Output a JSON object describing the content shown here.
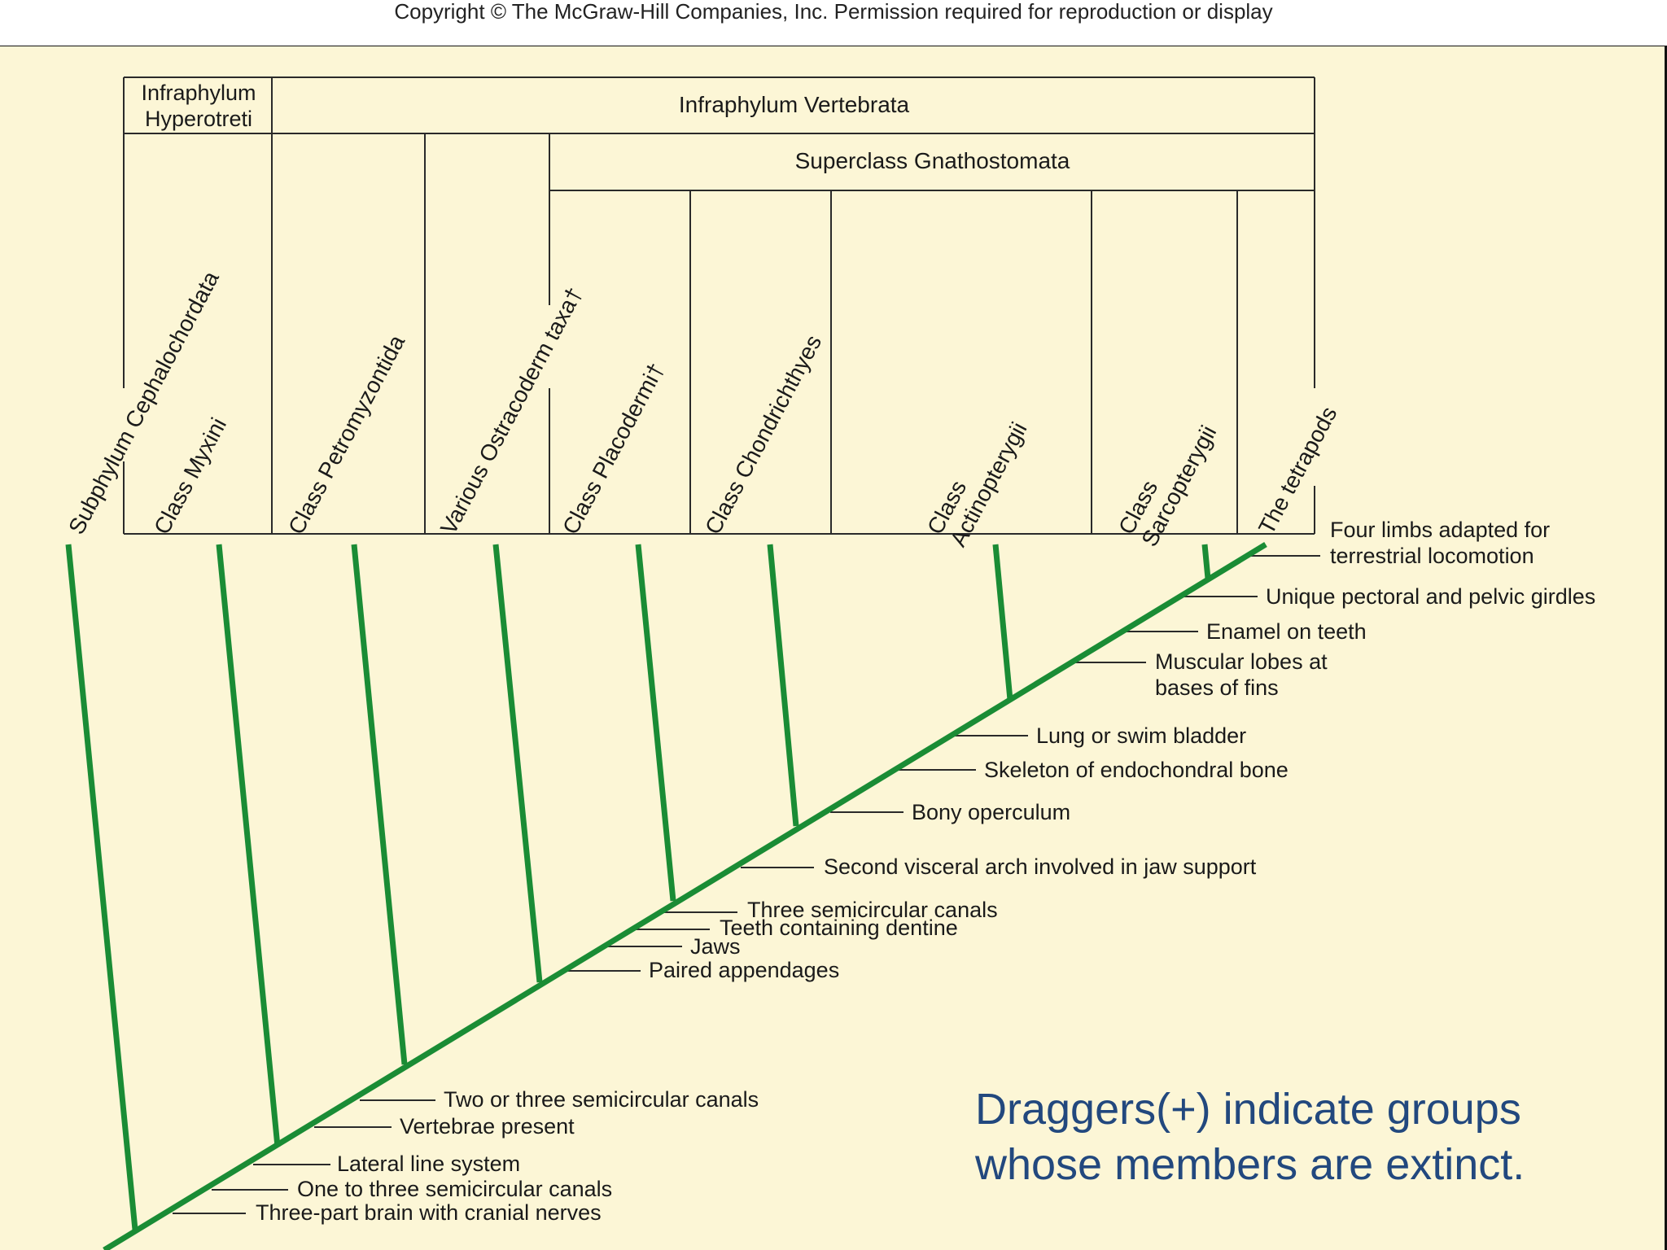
{
  "copyright": "Copyright © The McGraw-Hill Companies, Inc. Permission required for reproduction or display",
  "headers": {
    "hyperotreti": "Infraphylum Hyperotreti",
    "vertebrata": "Infraphylum Vertebrata",
    "gnathostomata": "Superclass Gnathostomata"
  },
  "taxa": [
    "Subphylum Cephalochordata",
    "Class Myxini",
    "Class Petromyzontida",
    "Various Ostracoderm taxa†",
    "Class Placodermi†",
    "Class Chondrichthyes",
    "Class Actinopterygii",
    "Class Sarcopterygii",
    "The tetrapods"
  ],
  "characters": [
    "Four limbs adapted for terrestrial locomotion",
    "Unique pectoral and pelvic girdles",
    "Enamel on teeth",
    "Muscular lobes at bases of fins",
    "Lung or swim bladder",
    "Skeleton of endochondral bone",
    "Bony operculum",
    "Second visceral arch involved in jaw support",
    "Three semicircular canals",
    "Teeth containing dentine",
    "Jaws",
    "Paired appendages",
    "Two or three semicircular canals",
    "Vertebrae present",
    "Lateral line system",
    "One to three semicircular canals",
    "Three-part brain with cranial nerves"
  ],
  "note": "Draggers(+) indicate groups whose members are extinct.",
  "colors": {
    "branch": "#1a8c35",
    "background": "#fcf6d6",
    "note": "#22487e"
  }
}
